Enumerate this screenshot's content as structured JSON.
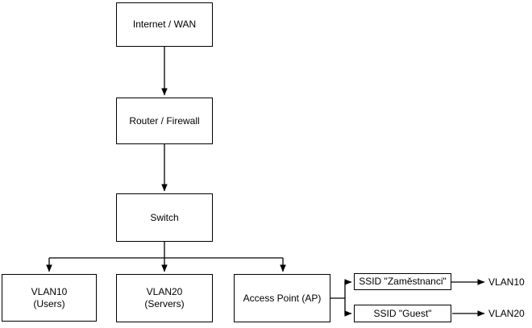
{
  "diagram": {
    "nodes": {
      "internet": {
        "label": "Internet / WAN"
      },
      "router": {
        "label": "Router / Firewall"
      },
      "switch": {
        "label": "Switch"
      },
      "vlan10": {
        "lines": [
          "VLAN10",
          "(Users)"
        ]
      },
      "vlan20": {
        "lines": [
          "VLAN20",
          "(Servers)"
        ]
      },
      "ap": {
        "label": "Access Point (AP)"
      },
      "ssid_employees": {
        "label": "SSID \"Zaměstnanci\""
      },
      "ssid_guest": {
        "label": "SSID \"Guest\""
      }
    },
    "terminals": {
      "vlan10": "VLAN10",
      "vlan20": "VLAN20"
    },
    "colors": {
      "stroke": "#000000",
      "fill": "#ffffff",
      "text": "#000000",
      "background": "#ffffff"
    }
  }
}
